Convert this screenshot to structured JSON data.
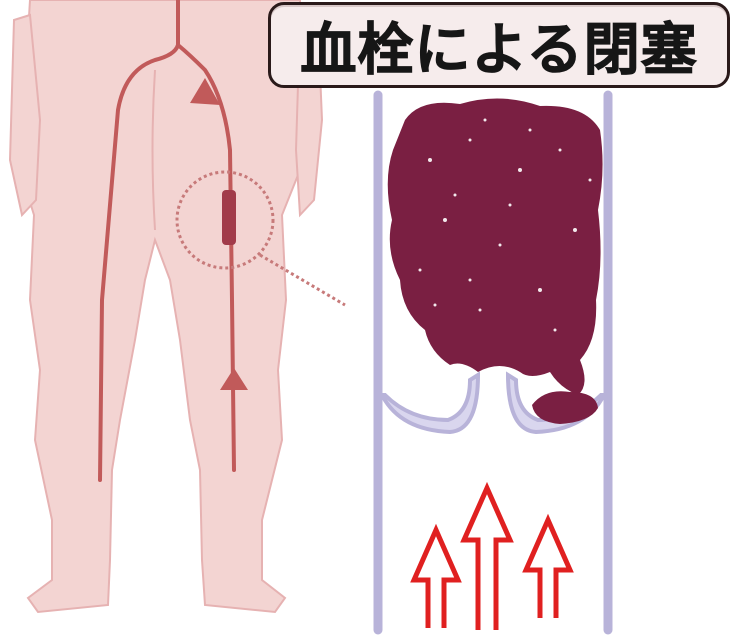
{
  "title": "血栓による閉塞",
  "colors": {
    "skin": "#f3d4d2",
    "skin_outline": "#e6b2b2",
    "vein": "#c15a5a",
    "clot": "#7a1f42",
    "vessel_wall": "#b8b3d9",
    "arrow": "#e02020",
    "title_bg": "#f6ecec"
  },
  "icons": [
    "lower-body-silhouette",
    "vein-line",
    "flow-arrow-icon",
    "magnifier-circle",
    "blood-clot",
    "venous-valve",
    "blood-flow-arrow-icon"
  ]
}
